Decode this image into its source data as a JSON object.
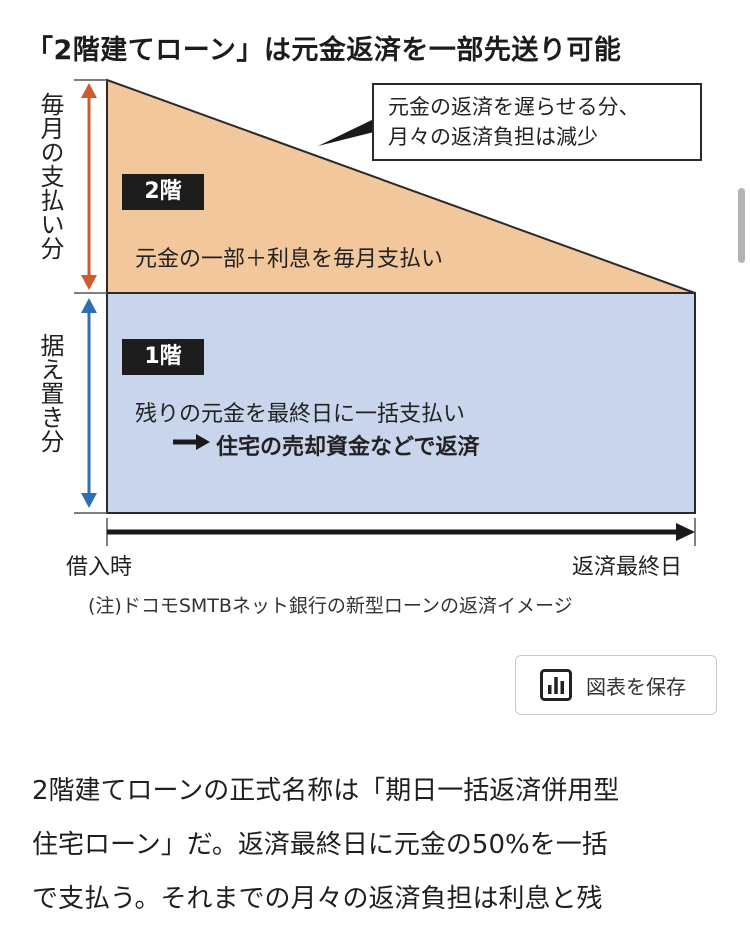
{
  "figure": {
    "title": "「2階建てローン」は元金返済を一部先送り可能",
    "left_labels": {
      "monthly": "毎月の支払い分",
      "deferred": "据え置き分"
    },
    "floor2": {
      "badge": "2階",
      "description": "元金の一部＋利息を毎月支払い"
    },
    "floor1": {
      "badge": "1階",
      "description": "残りの元金を最終日に一括支払い",
      "emphasis": "住宅の売却資金などで返済"
    },
    "callout": {
      "line1": "元金の返済を遅らせる分、",
      "line2": "月々の返済負担は減少"
    },
    "axis": {
      "start": "借入時",
      "end": "返済最終日"
    },
    "note": "(注)ドコモSMTBネット銀行の新型ローンの返済イメージ",
    "colors": {
      "floor2_fill": "#f3c79c",
      "floor1_fill": "#c9d5ec",
      "monthly_arrow": "#cf5a2c",
      "deferred_arrow": "#2f6eb5"
    }
  },
  "save_button": {
    "label": "図表を保存",
    "icon": "bar-chart-icon"
  },
  "article": {
    "lines": [
      "2階建てローンの正式名称は「期日一括返済併用型",
      "住宅ローン」だ。返済最終日に元金の50%を一括",
      "で支払う。それまでの月々の返済負担は利息と残"
    ]
  }
}
